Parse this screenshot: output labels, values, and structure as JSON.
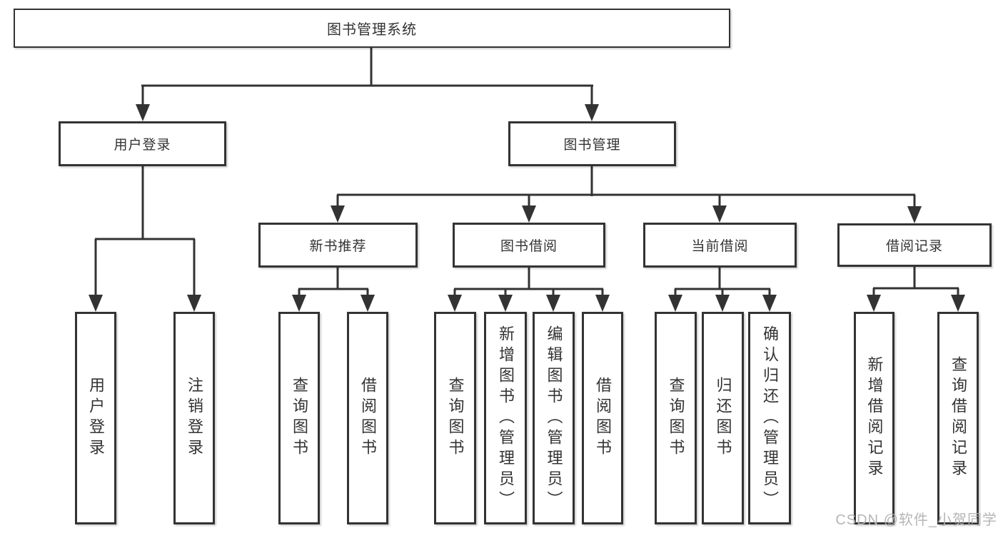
{
  "page": {
    "watermark": "CSDN @软件_小贺同学"
  },
  "colors": {
    "line": "#333333",
    "text": "#333333",
    "node_background": "#ffffff",
    "watermark": "#b2b2b2"
  },
  "tree": {
    "root": {
      "label": "图书管理系统"
    },
    "branches": [
      {
        "label": "用户登录",
        "children": [
          {
            "label": "用户登录"
          },
          {
            "label": "注销登录"
          }
        ]
      },
      {
        "label": "图书管理",
        "children": [
          {
            "label": "新书推荐",
            "children": [
              {
                "label": "查询图书"
              },
              {
                "label": "借阅图书"
              }
            ]
          },
          {
            "label": "图书借阅",
            "children": [
              {
                "label": "查询图书"
              },
              {
                "label": "新增图书（管理员）"
              },
              {
                "label": "编辑图书（管理员）"
              },
              {
                "label": "借阅图书"
              }
            ]
          },
          {
            "label": "当前借阅",
            "children": [
              {
                "label": "查询图书"
              },
              {
                "label": "归还图书"
              },
              {
                "label": "确认归还（管理员）"
              }
            ]
          },
          {
            "label": "借阅记录",
            "children": [
              {
                "label": "新增借阅记录"
              },
              {
                "label": "查询借阅记录"
              }
            ]
          }
        ]
      }
    ]
  }
}
